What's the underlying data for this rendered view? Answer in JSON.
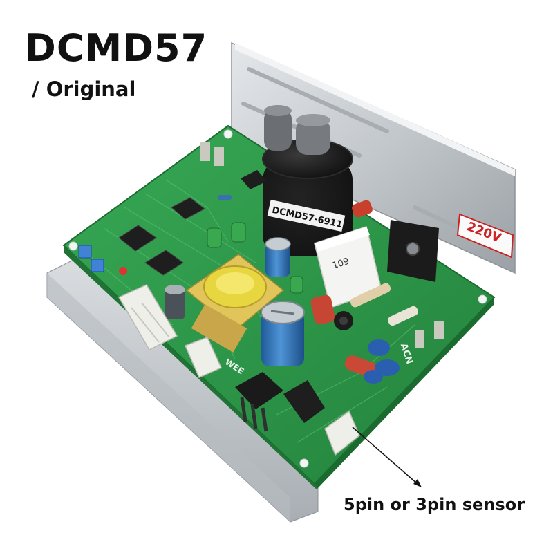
{
  "heading": {
    "model": "DCMD57",
    "variant": "/ Original"
  },
  "callout": {
    "label": "5pin or 3pin sensor"
  },
  "board_markings": {
    "part_number": "DCMD57-6911",
    "voltage": "220V",
    "relay_code": "109",
    "connector_label": "ACN",
    "brand": "WEE"
  },
  "colors": {
    "pcb": "#2e9a4a",
    "heatsink": "#cfd3d6",
    "capacitor_black": "#1a1a1a",
    "capacitor_blue": "#2e6fb8",
    "transformer_yellow": "#e8d640",
    "voltage_label": "#cc2222"
  }
}
